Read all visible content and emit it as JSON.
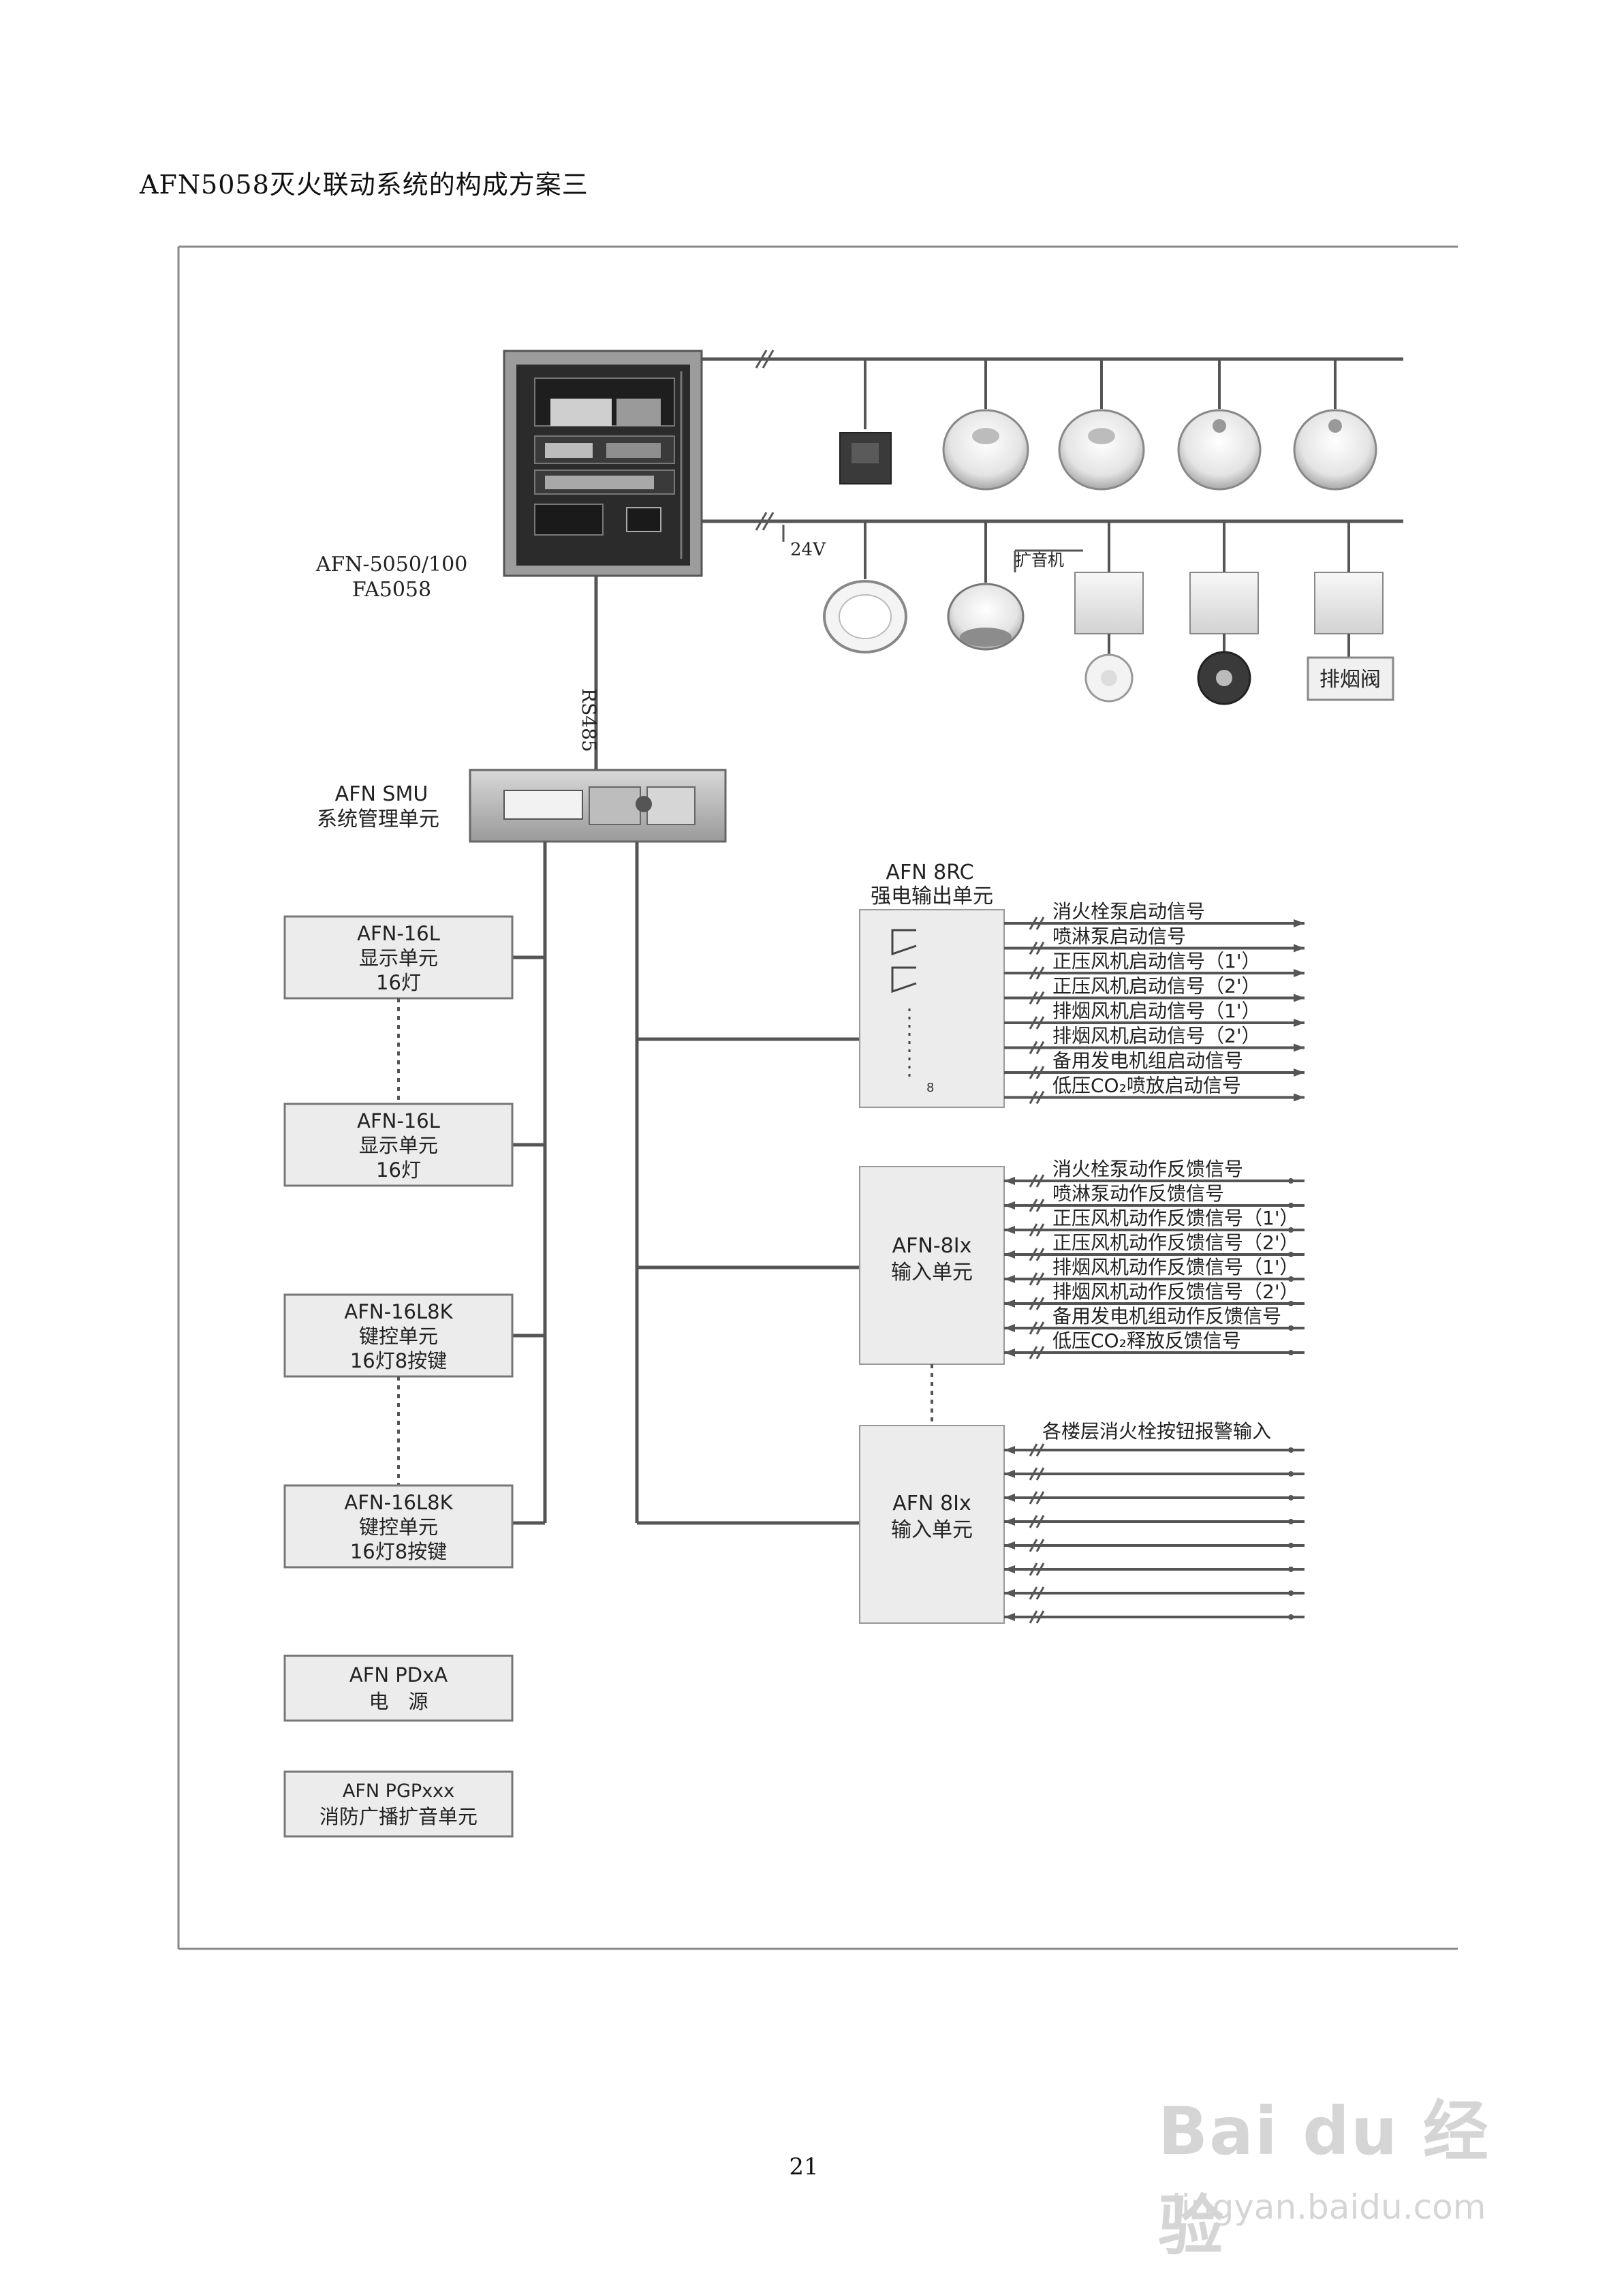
{
  "page": {
    "title": "AFN5058灭火联动系统的构成方案三",
    "page_number": "21"
  },
  "controller": {
    "model_line1": "AFN-5050/100",
    "model_line2": "FA5058",
    "rs485_label": "RS485",
    "voltage_label": "24V",
    "amplifier_label": "扩音机"
  },
  "smu": {
    "line1": "AFN SMU",
    "line2": "系统管理单元"
  },
  "left_units": [
    {
      "line1": "AFN-16L",
      "line2": "显示单元",
      "line3": "16灯"
    },
    {
      "line1": "AFN-16L",
      "line2": "显示单元",
      "line3": "16灯"
    },
    {
      "line1": "AFN-16L8K",
      "line2": "键控单元",
      "line3": "16灯8按键"
    },
    {
      "line1": "AFN-16L8K",
      "line2": "键控单元",
      "line3": "16灯8按键"
    },
    {
      "line1": "AFN PDxA",
      "line2": "电　源",
      "line3": ""
    },
    {
      "line1": "AFN PGPxxx",
      "line2": "消防广播扩音单元",
      "line3": ""
    }
  ],
  "output_unit": {
    "line1": "AFN 8RC",
    "line2": "强电输出单元",
    "signals": [
      "消火栓泵启动信号",
      "喷淋泵启动信号",
      "正压风机启动信号（1'）",
      "正压风机启动信号（2'）",
      "排烟风机启动信号（1'）",
      "排烟风机启动信号（2'）",
      "备用发电机组启动信号",
      "低压CO₂喷放启动信号"
    ]
  },
  "input_unit_1": {
    "line1": "AFN-8Ix",
    "line2": "输入单元",
    "signals": [
      "消火栓泵动作反馈信号",
      "喷淋泵动作反馈信号",
      "正压风机动作反馈信号（1'）",
      "正压风机动作反馈信号（2'）",
      "排烟风机动作反馈信号（1'）",
      "排烟风机动作反馈信号（2'）",
      "备用发电机组动作反馈信号",
      "低压CO₂释放反馈信号"
    ]
  },
  "input_unit_2": {
    "line1": "AFN 8Ix",
    "line2": "输入单元",
    "signal_header": "各楼层消火栓按钮报警输入"
  },
  "field_devices": {
    "smoke_valve_label": "排烟阀"
  },
  "watermark": {
    "main": "Bai du 经验",
    "sub": "jingyan.baidu.com"
  },
  "colors": {
    "line": "#555555",
    "box_fill": "#ececec",
    "box_border": "#777777",
    "panel_dark": "#2b2b2b"
  }
}
